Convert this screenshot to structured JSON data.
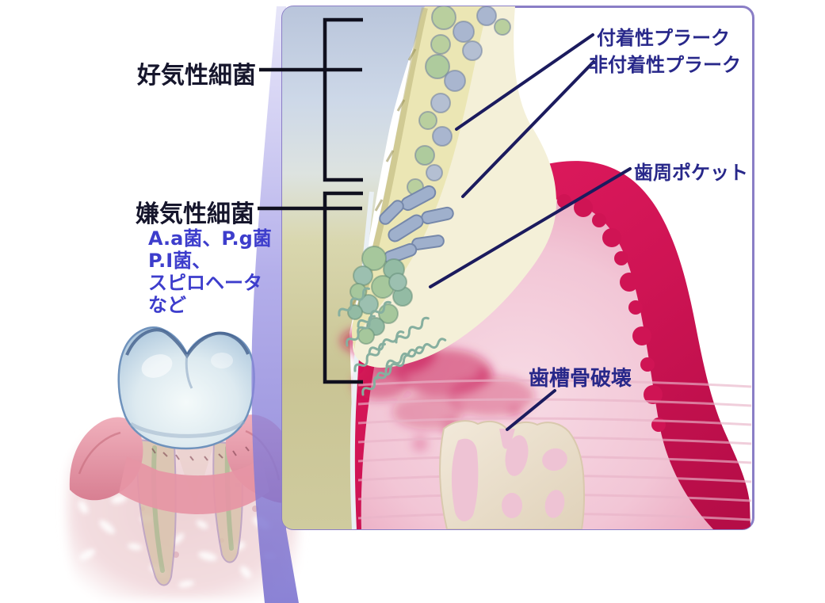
{
  "figure": {
    "type": "periodontal-disease-cross-section-diagram",
    "language": "ja"
  },
  "left_labels": {
    "aerobic_bacteria": "好気性細菌",
    "anaerobic_bacteria": "嫌気性細菌",
    "anaerobic_examples": [
      "A.a菌、P.g菌",
      "P.I菌、",
      "スピロヘータ",
      "など"
    ]
  },
  "callouts": {
    "attached_plaque": "付着性プラーク",
    "unattached_plaque": "非付着性プラーク",
    "periodontal_pocket": "歯周ポケット",
    "alveolar_bone_destruction": "歯槽骨破壊"
  },
  "colors": {
    "label_dark": "#16162c",
    "label_navy": "#28288a",
    "label_blue": "#3d3dcc",
    "pointer_line": "#1b1b5e",
    "bracket_line": "#10101e",
    "gum_red": "#cf1454",
    "inner_gum_pink": "#f2c3d4",
    "plaque_yellow": "#ebe6b4",
    "tooth_surface_blue": "#c3cfe1",
    "tooth_surface_olive": "#c9c494",
    "bone_cream": "#ece0cc",
    "magnifier_cone_purple": "#8a7ec6",
    "panel_border": "#8a7ec6"
  }
}
